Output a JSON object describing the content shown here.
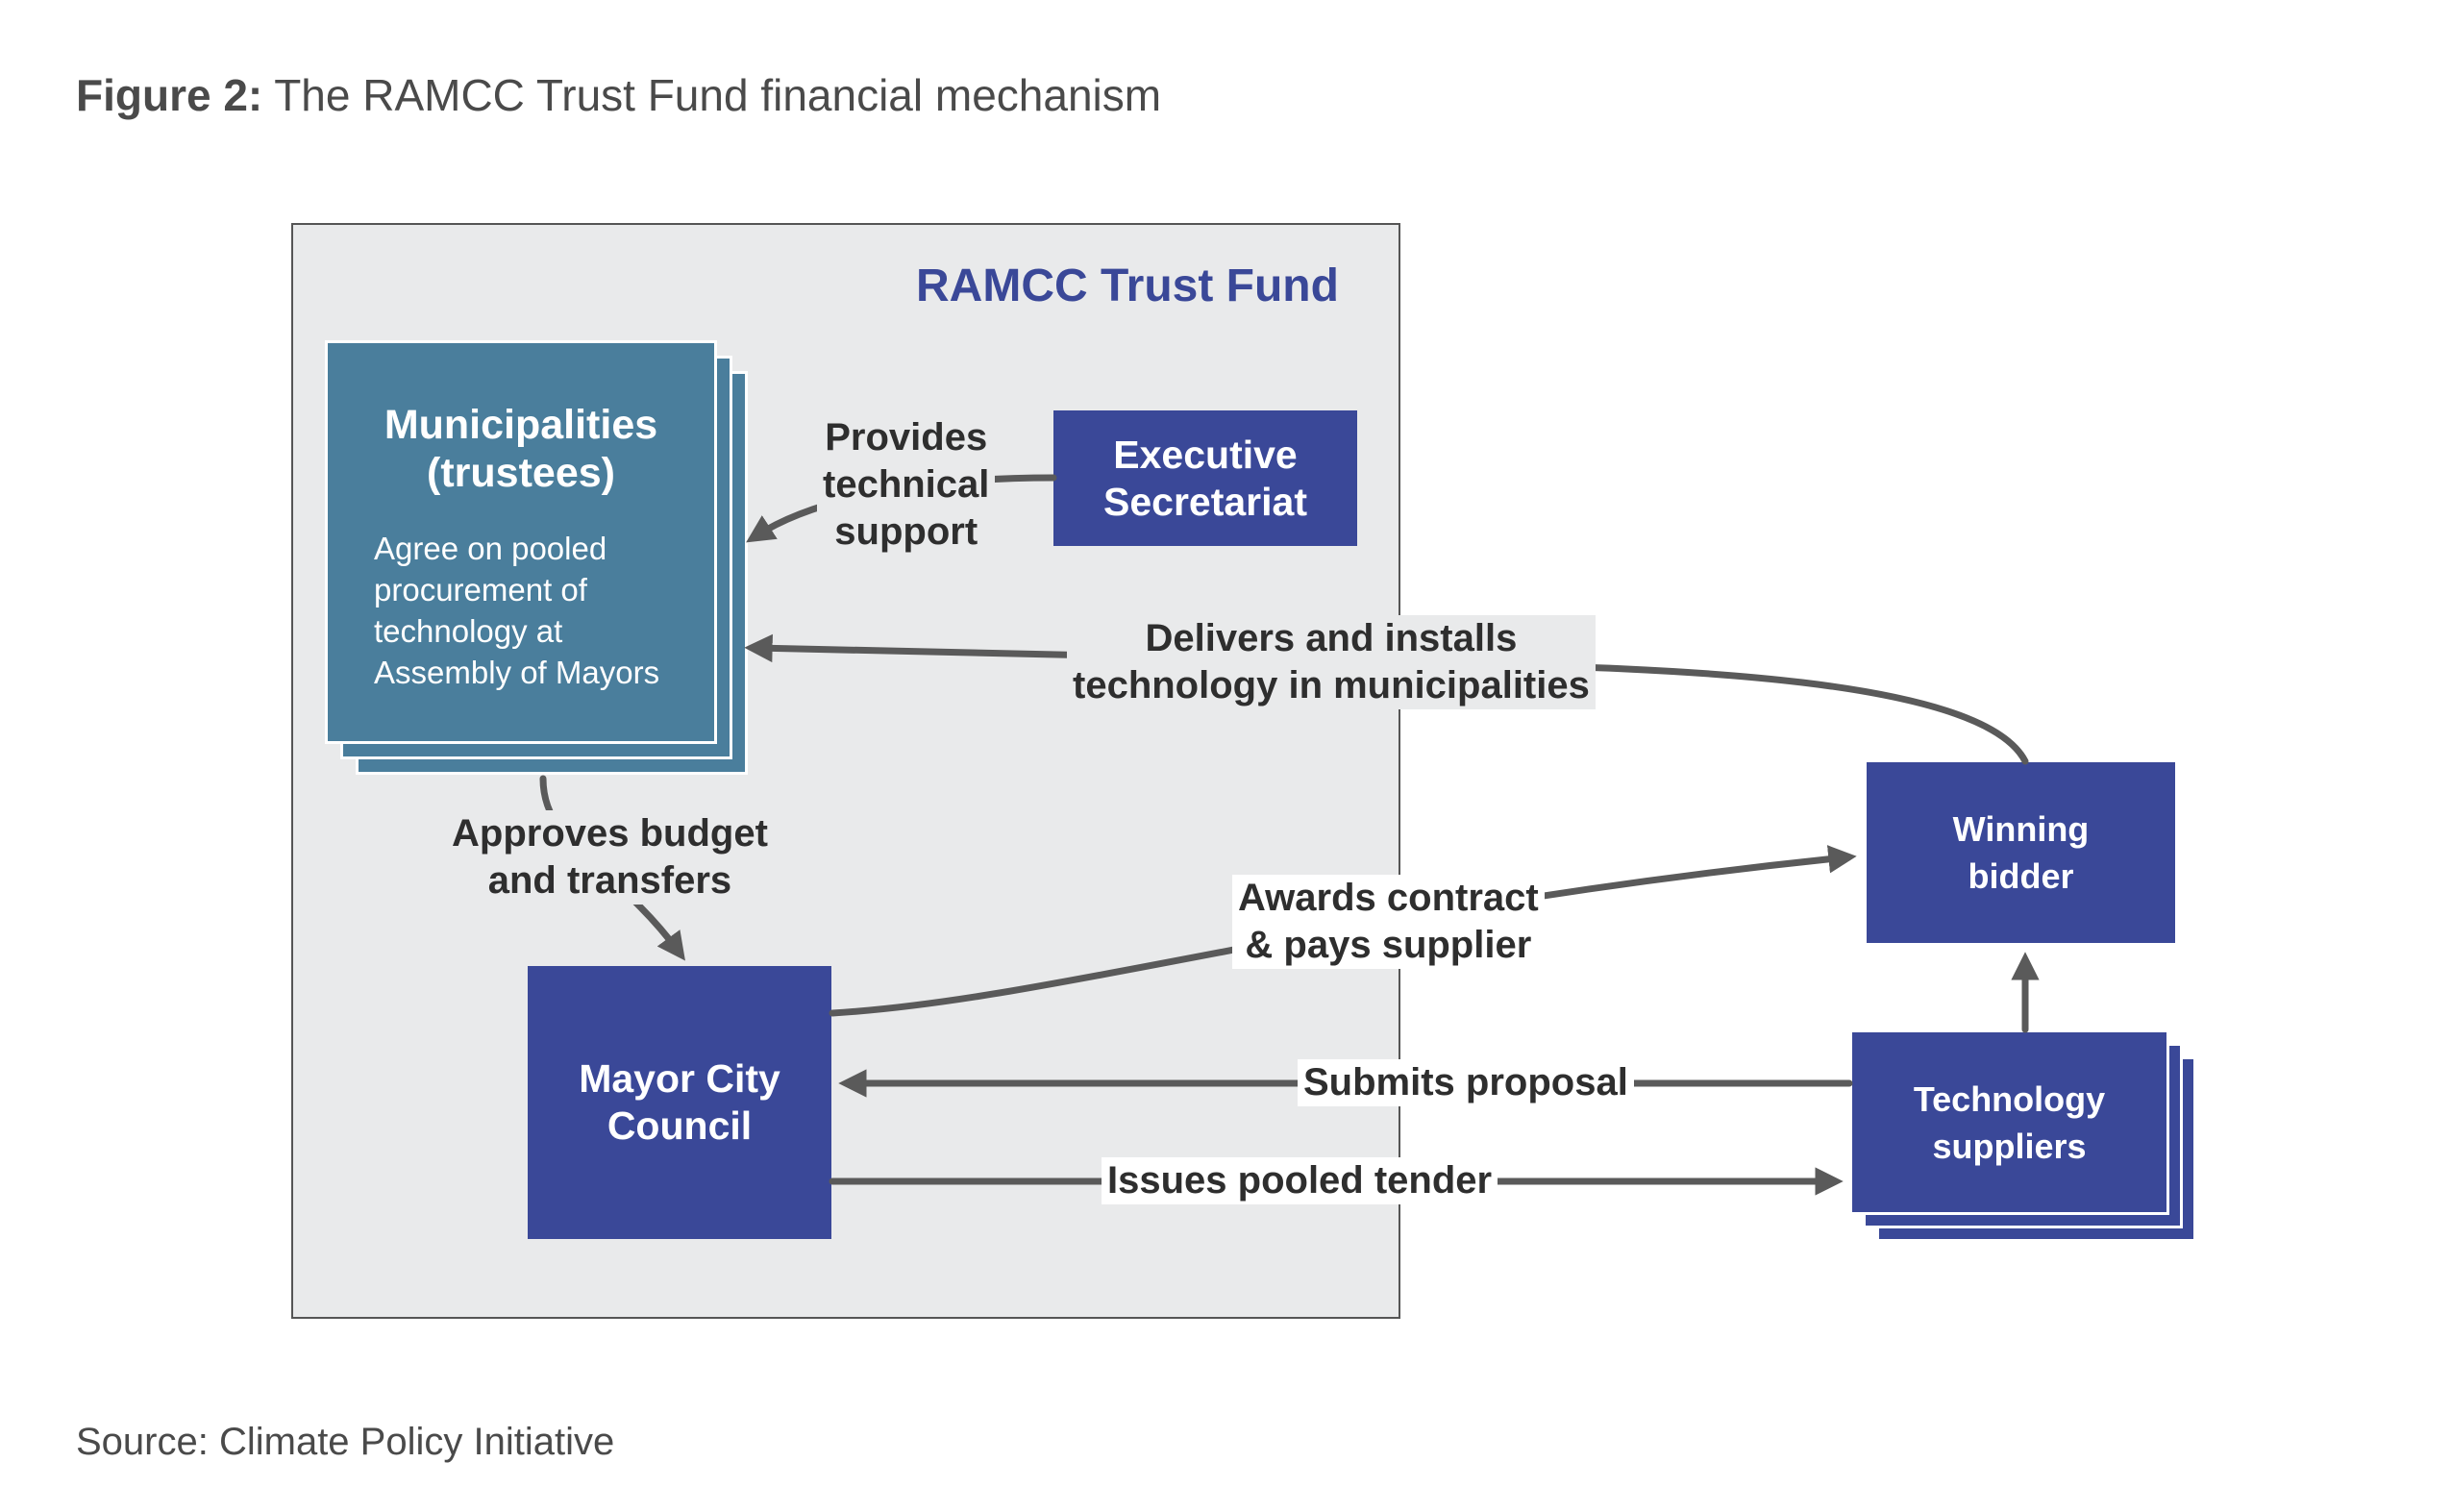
{
  "figure": {
    "title_prefix": "Figure 2:",
    "title_text": " The RAMCC Trust Fund financial mechanism",
    "source": "Source: Climate Policy Initiative"
  },
  "trust_fund": {
    "title": "RAMCC Trust Fund"
  },
  "nodes": {
    "municipalities": {
      "title_line1": "Municipalities",
      "title_line2": "(trustees)",
      "body_lines": [
        "Agree on pooled",
        "procurement of",
        "technology at",
        "Assembly of Mayors"
      ]
    },
    "executive_secretariat": {
      "line1": "Executive",
      "line2": "Secretariat"
    },
    "mayor_city_council": {
      "line1": "Mayor City",
      "line2": "Council"
    },
    "winning_bidder": {
      "line1": "Winning",
      "line2": "bidder"
    },
    "technology_suppliers": {
      "line1": "Technology",
      "line2": "suppliers"
    }
  },
  "edges": {
    "provides_support": [
      "Provides",
      "technical",
      "support"
    ],
    "delivers": [
      "Delivers and installs",
      "technology in municipalities"
    ],
    "approves": [
      "Approves budget",
      "and transfers"
    ],
    "awards": [
      "Awards contract",
      "& pays supplier"
    ],
    "submits": "Submits proposal",
    "issues": "Issues pooled tender"
  },
  "colors": {
    "navy": "#3a4898",
    "teal": "#4a7e9c",
    "fund_background": "#e9eaeb",
    "arrow": "#5a5a5a"
  }
}
